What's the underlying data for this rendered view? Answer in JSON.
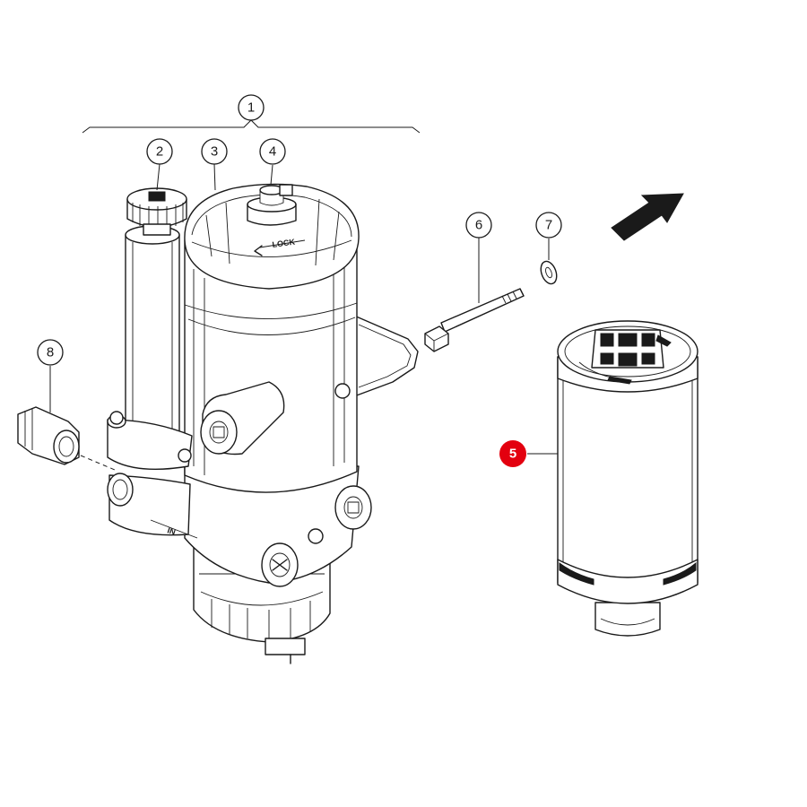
{
  "callouts": [
    {
      "id": "1",
      "label": "1",
      "highlighted": false
    },
    {
      "id": "2",
      "label": "2",
      "highlighted": false
    },
    {
      "id": "3",
      "label": "3",
      "highlighted": false
    },
    {
      "id": "4",
      "label": "4",
      "highlighted": false
    },
    {
      "id": "5",
      "label": "5",
      "highlighted": true
    },
    {
      "id": "6",
      "label": "6",
      "highlighted": false
    },
    {
      "id": "7",
      "label": "7",
      "highlighted": false
    },
    {
      "id": "8",
      "label": "8",
      "highlighted": false
    }
  ],
  "housing_markings": {
    "cap_text": "LOCK",
    "inlet_text": "IN"
  },
  "colors": {
    "line": "#1a1a1a",
    "background": "#ffffff",
    "highlight": "#e3000f"
  },
  "icons": {
    "direction_arrow": "direction-arrow-icon"
  }
}
